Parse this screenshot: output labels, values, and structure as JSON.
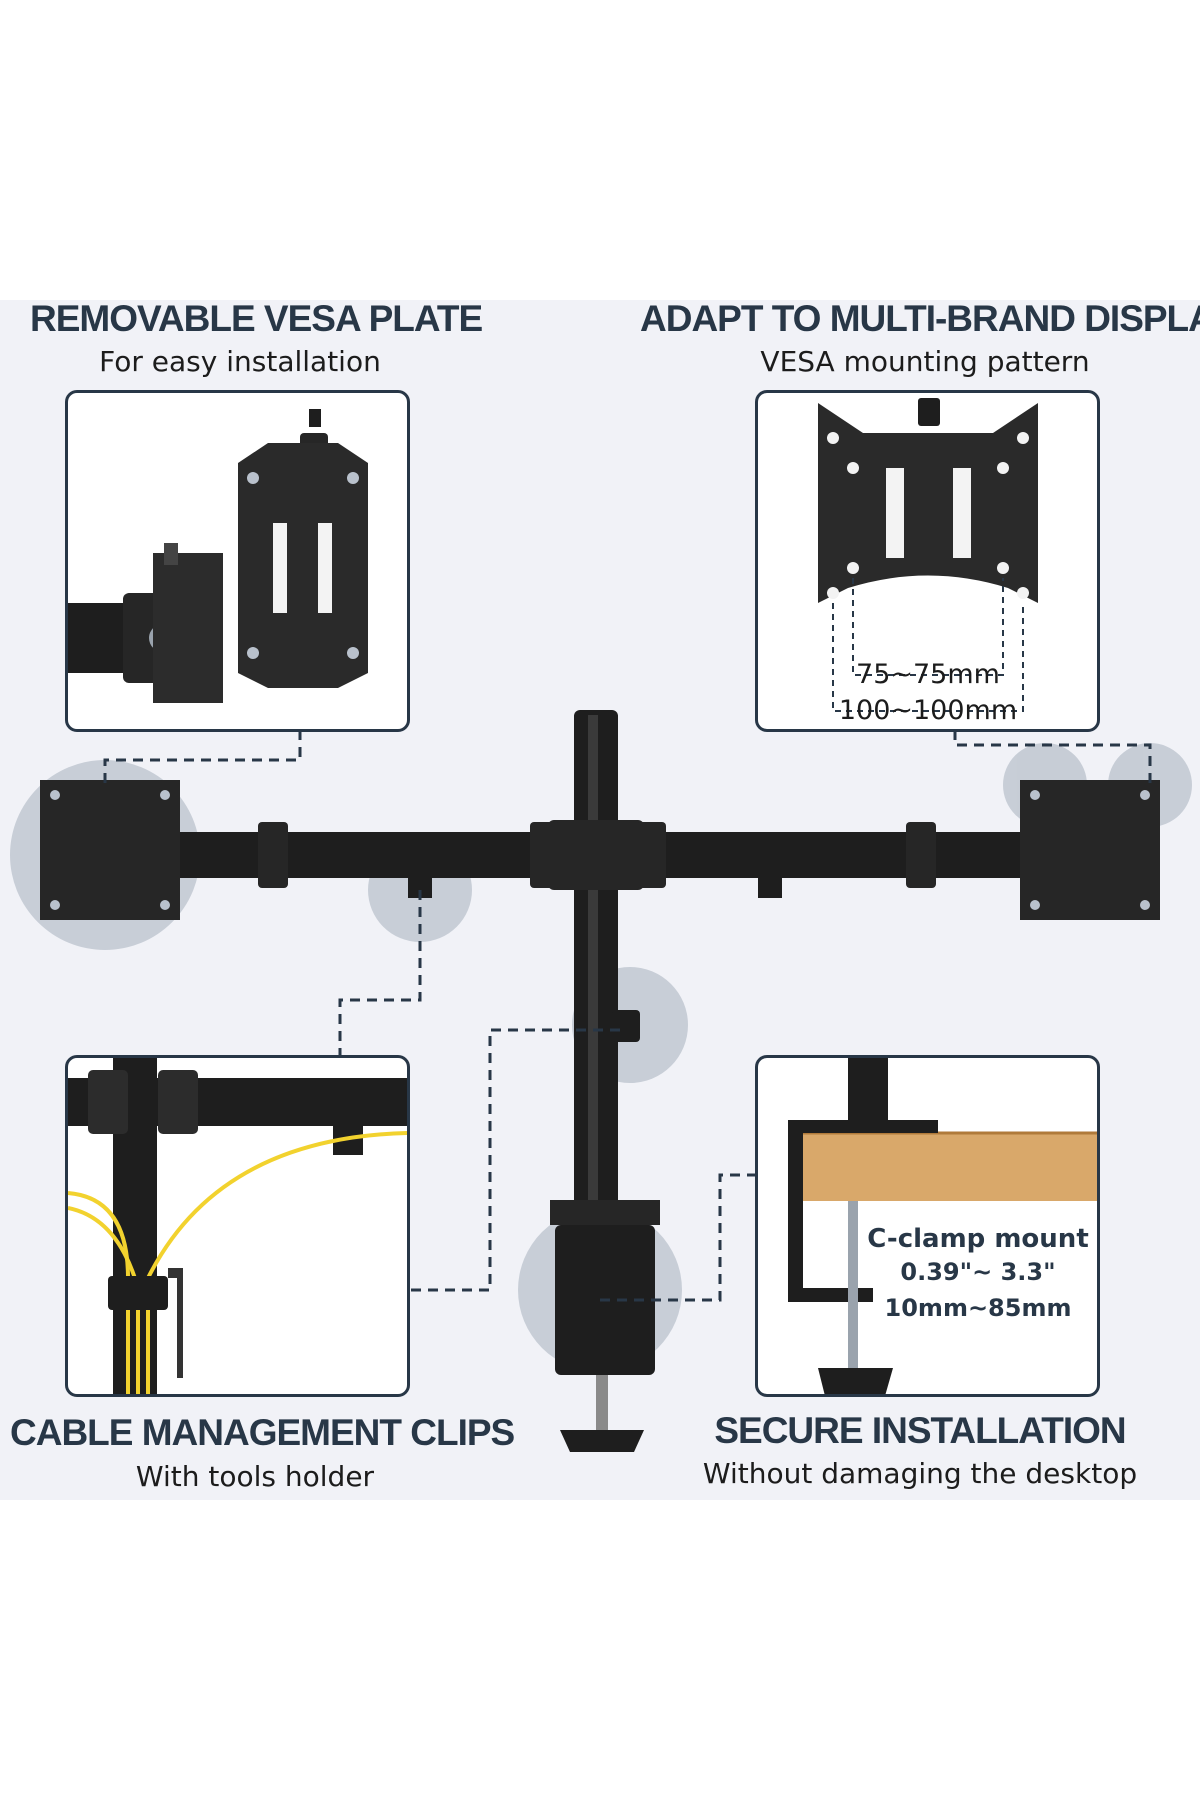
{
  "features": {
    "vesa_plate": {
      "title": "REMOVABLE VESA PLATE",
      "subtitle": "For easy installation"
    },
    "multi_brand": {
      "title": "ADAPT TO MULTI-BRAND DISPLAYS",
      "subtitle": "VESA mounting pattern",
      "dim_small": "75~75mm",
      "dim_large": "100~100mm"
    },
    "cable_clips": {
      "title": "CABLE MANAGEMENT CLIPS",
      "subtitle": "With tools holder"
    },
    "secure_install": {
      "title": "SECURE INSTALLATION",
      "subtitle": "Without damaging the desktop",
      "clamp_label": "C-clamp mount",
      "range_in": "0.39\"~ 3.3\"",
      "range_mm": "10mm~85mm"
    }
  },
  "colors": {
    "heading": "#283747",
    "band": "#f1f2f7",
    "steel": "#1e1e1e",
    "dash": "#283747",
    "halo": "#b9c1cc",
    "wood": "#d9a86a",
    "cable": "#f2d22e"
  },
  "icons": [
    "screw-icon",
    "knob-icon",
    "vesa-plate-icon",
    "c-clamp-icon",
    "cable-clip-icon"
  ]
}
